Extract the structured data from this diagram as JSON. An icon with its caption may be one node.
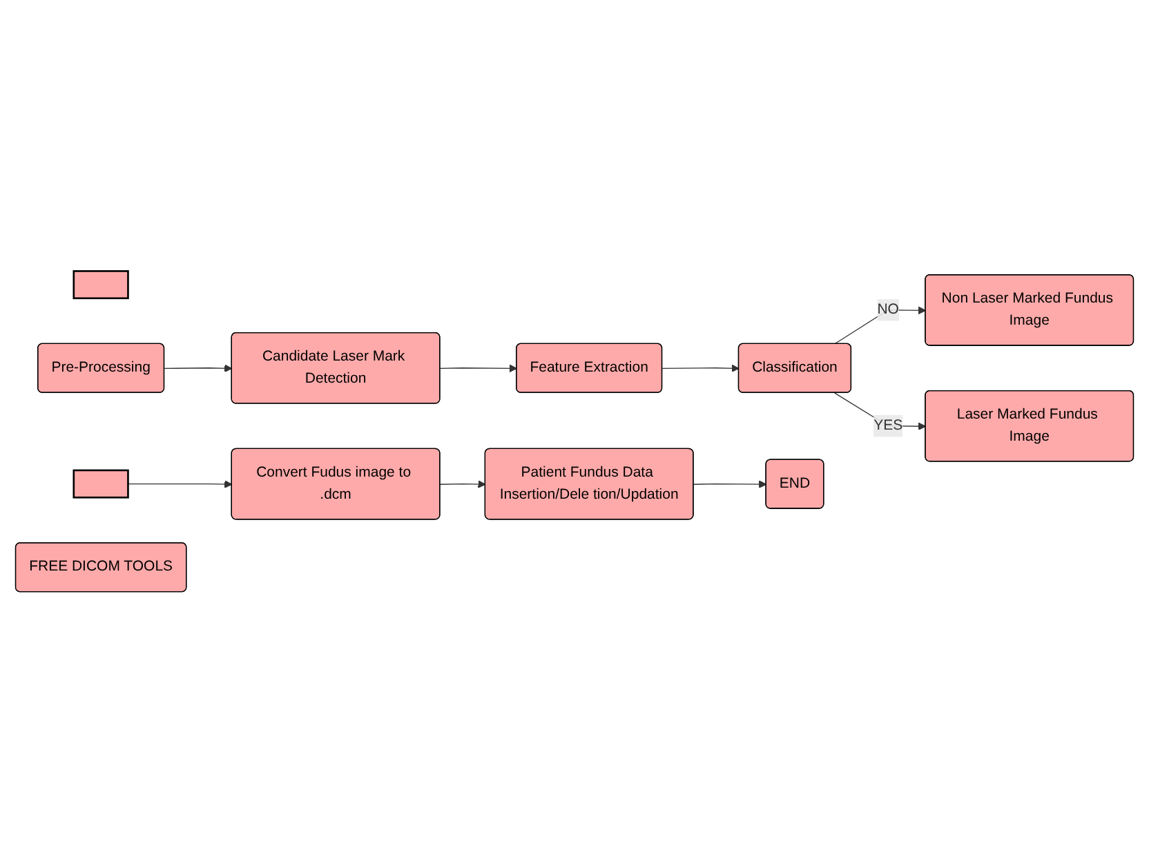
{
  "diagram": {
    "nodes": [
      {
        "text": [],
        "shape": "bar"
      },
      {
        "text": [
          "Pre-Processing"
        ]
      },
      {
        "text": [
          "Candidate Laser Mark Detection"
        ]
      },
      {
        "text": [
          "Feature Extraction"
        ]
      },
      {
        "text": [
          "Classification"
        ]
      },
      {
        "text": [
          "Non Laser Marked Fundus Image"
        ]
      },
      {
        "text": [
          "Laser Marked Fundus Image"
        ]
      },
      {
        "text": [],
        "shape": "bar"
      },
      {
        "text": [
          "Convert Fudus image to .dcm"
        ]
      },
      {
        "text": [
          "Patient Fundus Data Insertion/Dele tion/Updation"
        ]
      },
      {
        "text": [
          "END"
        ]
      },
      {
        "text": [
          "FREE DICOM TOOLS"
        ]
      }
    ],
    "edges": [
      {
        "from": 1,
        "to": 2,
        "arrow": "to"
      },
      {
        "from": 2,
        "to": 3,
        "arrow": "to"
      },
      {
        "from": 3,
        "to": 4,
        "arrow": "to"
      },
      {
        "from": 4,
        "to": 5,
        "arrow": "to",
        "label": "NO"
      },
      {
        "from": 4,
        "to": 6,
        "arrow": "to",
        "label": "YES"
      },
      {
        "from": 7,
        "to": 8,
        "arrow": "to"
      },
      {
        "from": 8,
        "to": 9,
        "arrow": "to"
      },
      {
        "from": 9,
        "to": 10,
        "arrow": "to"
      }
    ]
  }
}
